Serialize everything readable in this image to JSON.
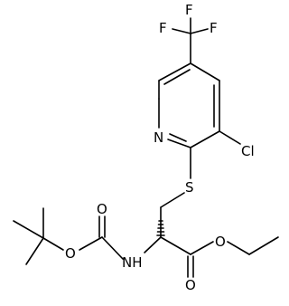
{
  "atoms": {
    "f_left": "F",
    "f_top": "F",
    "f_right": "F",
    "n_ring": "N",
    "cl": "Cl",
    "s": "S",
    "o_boc_carbonyl": "O",
    "o_boc_ether": "O",
    "nh": "NH",
    "o_ester_ether": "O",
    "o_ester_carbonyl": "O"
  }
}
